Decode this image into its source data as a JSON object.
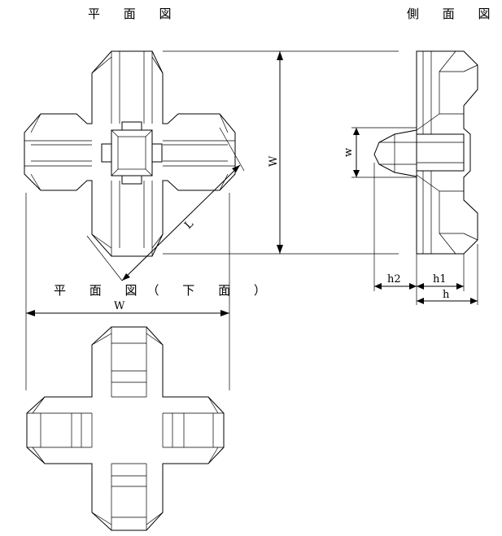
{
  "titles": {
    "plan": "平 面 図",
    "side": "側 面 図",
    "bottom": "平 面 図（ 下 面 ）"
  },
  "dimensions": {
    "W_top": "W",
    "W_plan": "W",
    "L": "L",
    "w": "w",
    "h": "h",
    "h1": "h1",
    "h2": "h2"
  }
}
